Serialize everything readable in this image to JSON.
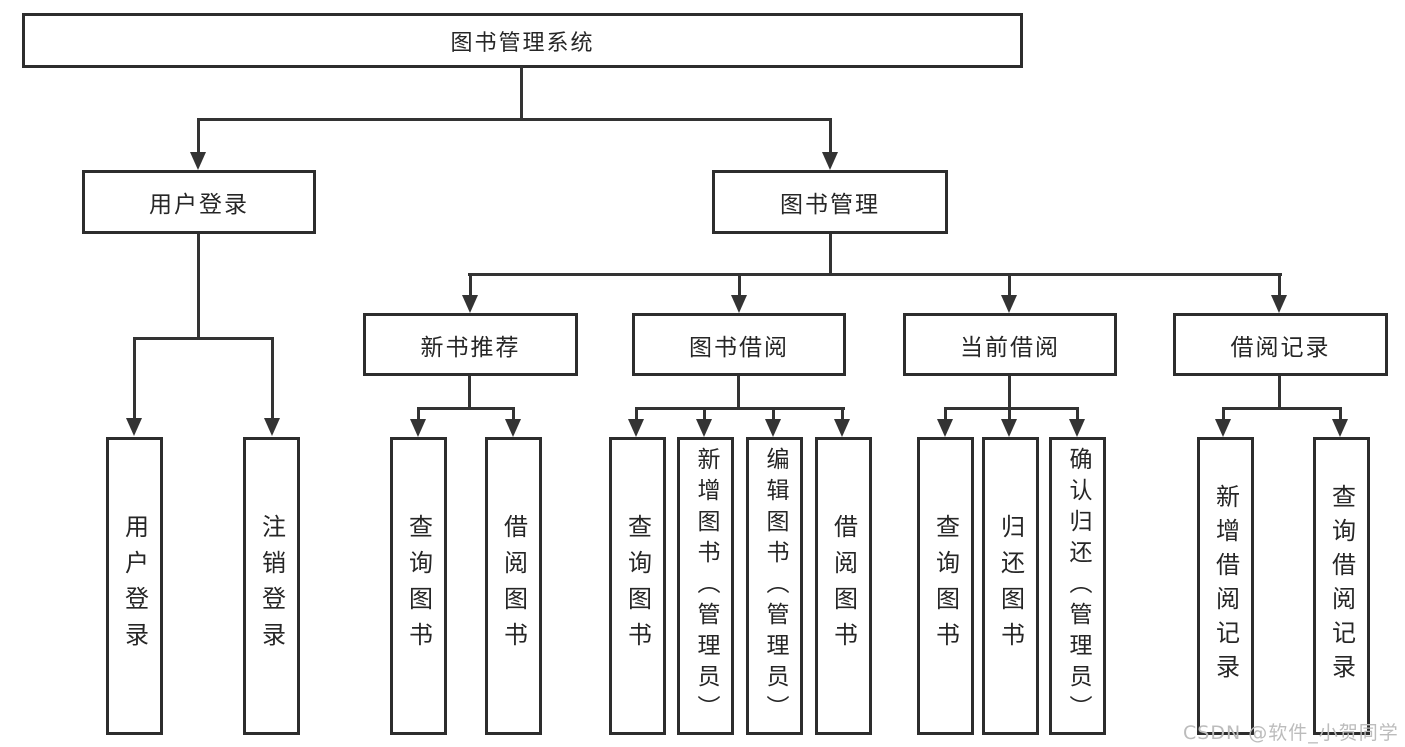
{
  "diagram": {
    "title": "图书管理系统",
    "root": {
      "label": "图书管理系统"
    },
    "level2": [
      {
        "label": "用户登录"
      },
      {
        "label": "图书管理"
      }
    ],
    "level3": [
      {
        "label": "新书推荐"
      },
      {
        "label": "图书借阅"
      },
      {
        "label": "当前借阅"
      },
      {
        "label": "借阅记录"
      }
    ],
    "leaves": [
      {
        "label": "用户登录",
        "parent": "用户登录"
      },
      {
        "label": "注销登录",
        "parent": "用户登录"
      },
      {
        "label": "查询图书",
        "parent": "新书推荐"
      },
      {
        "label": "借阅图书",
        "parent": "新书推荐"
      },
      {
        "label": "查询图书",
        "parent": "图书借阅"
      },
      {
        "label": "新增图书（管理员）",
        "parent": "图书借阅"
      },
      {
        "label": "编辑图书（管理员）",
        "parent": "图书借阅"
      },
      {
        "label": "借阅图书",
        "parent": "图书借阅"
      },
      {
        "label": "查询图书",
        "parent": "当前借阅"
      },
      {
        "label": "归还图书",
        "parent": "当前借阅"
      },
      {
        "label": "确认归还（管理员）",
        "parent": "当前借阅"
      },
      {
        "label": "新增借阅记录",
        "parent": "借阅记录"
      },
      {
        "label": "查询借阅记录",
        "parent": "借阅记录"
      }
    ]
  },
  "watermark": "CSDN @软件_小贺同学",
  "colors": {
    "line": "#333333",
    "box_border": "#2d2d2d",
    "text": "#262626",
    "watermark": "#bcbcbc",
    "background": "#ffffff"
  }
}
